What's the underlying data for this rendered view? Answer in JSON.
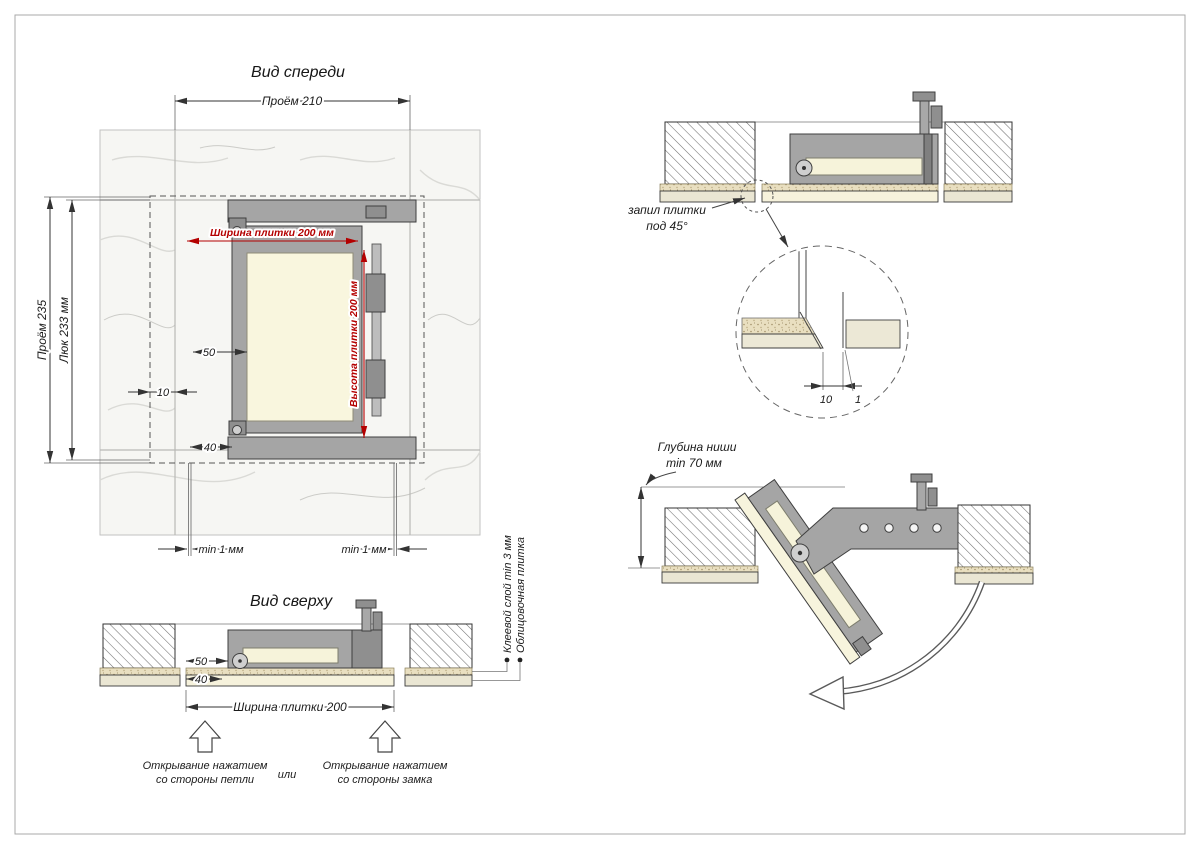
{
  "drawing": {
    "front_view": {
      "title": "Вид спереди",
      "dim_opening_width": "Проём 210",
      "dim_opening_height": "Проём 235",
      "dim_hatch_height": "Люк 233 мм",
      "dim_tile_width": "Ширина плитки 200 мм",
      "dim_tile_height": "Высота плитки 200 мм",
      "dim_offset_50": "50",
      "dim_gap_10": "10",
      "dim_offset_40": "40",
      "dim_min_gap_left": "min 1 мм",
      "dim_min_gap_right": "min 1 мм"
    },
    "top_view": {
      "title": "Вид сверху",
      "dim_offset_50": "50",
      "dim_offset_40": "40",
      "dim_tile_width": "Ширина плитки 200",
      "label_adhesive": "Клеевой слой min 3 мм",
      "label_facing_tile": "Облицовочная плитка",
      "label_open_hinge_line1": "Открывание нажатием",
      "label_open_hinge_line2": "со стороны петли",
      "label_or": "или",
      "label_open_lock_line1": "Открывание нажатием",
      "label_open_lock_line2": "со стороны замка"
    },
    "section_view": {
      "label_cut_line1": "запил плитки",
      "label_cut_line2": "под 45°",
      "dim_cut_10": "10",
      "dim_gap_1": "1"
    },
    "open_view": {
      "label_depth_line1": "Глубина ниши",
      "label_depth_line2": "min 70 мм"
    },
    "colors": {
      "dimension_red": "#b40000",
      "line_dark": "#3a3a3a",
      "frame_gray": "#9e9e9e",
      "tile_cream": "#f9f6de",
      "wall_tile": "#eae6d3"
    }
  }
}
